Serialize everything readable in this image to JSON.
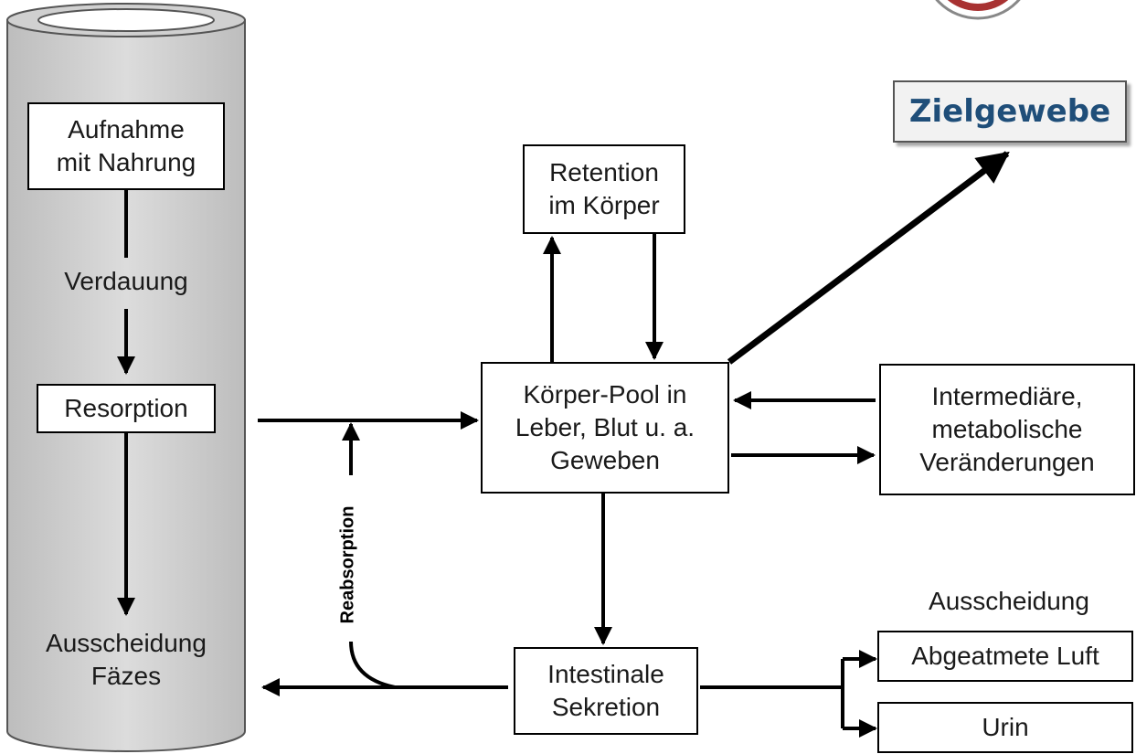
{
  "colors": {
    "background": "#ffffff",
    "tube_fill": "#d6d6d6",
    "stroke": "#000000",
    "target_text": "#1f4e79",
    "target_fill": "#f2f2f2",
    "emblem": "#a83232"
  },
  "digestive_tract": {
    "intake": [
      "Aufnahme",
      "mit Nahrung"
    ],
    "digestion": "Verdauung",
    "resorption": "Resorption",
    "excretion": [
      "Ausscheidung",
      "Fäzes"
    ]
  },
  "retention": [
    "Retention",
    "im Körper"
  ],
  "body_pool": [
    "Körper-Pool in",
    "Leber, Blut u. a.",
    "Geweben"
  ],
  "intermediary": [
    "Intermediäre,",
    "metabolische",
    "Veränderungen"
  ],
  "target_tissue": "Zielgewebe",
  "reabsorption": "Reabsorption",
  "intestinal_secretion": [
    "Intestinale",
    "Sekretion"
  ],
  "excretion_header": "Ausscheidung",
  "excretion_routes": [
    "Abgeatmete Luft",
    "Urin"
  ],
  "icons": {
    "emblem": "circular-emblem-icon",
    "arrowhead": "arrowhead-icon"
  }
}
